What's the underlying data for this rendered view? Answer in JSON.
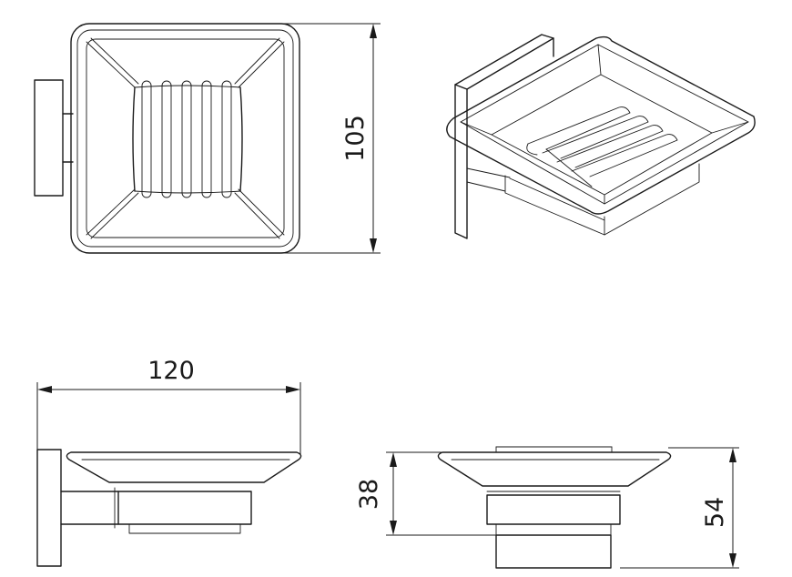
{
  "dimensions": {
    "depth": "105",
    "width": "120",
    "tray_height": "38",
    "total_height": "54"
  },
  "colors": {
    "line": "#1a1a1a",
    "background": "#ffffff"
  }
}
